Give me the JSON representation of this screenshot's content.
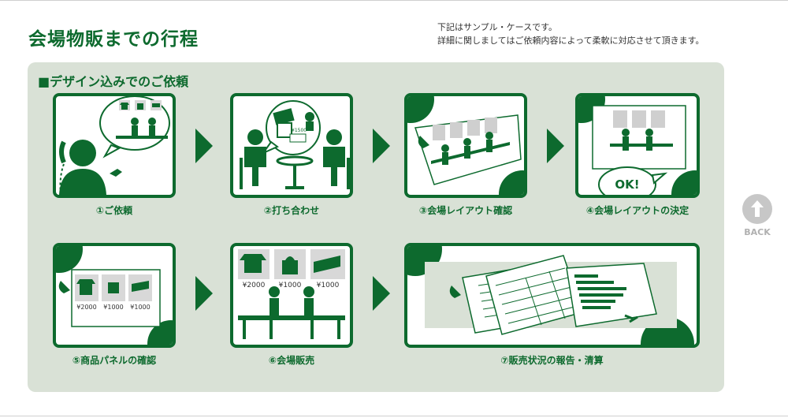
{
  "header": {
    "title": "会場物販までの行程",
    "note_line1": "下記はサンプル・ケースです。",
    "note_line2": "詳細に関しましてはご依頼内容によって柔軟に対応させて頂きます。"
  },
  "section": {
    "title": "■デザイン込みでのご依頼"
  },
  "steps": [
    {
      "caption": "①ご依頼"
    },
    {
      "caption": "②打ち合わせ"
    },
    {
      "caption": "③会場レイアウト確認"
    },
    {
      "caption": "④会場レイアウトの決定"
    },
    {
      "caption": "⑤商品パネルの確認"
    },
    {
      "caption": "⑥会場販売"
    },
    {
      "caption": "⑦販売状況の報告・清算"
    }
  ],
  "illustration_text": {
    "ok": "OK!",
    "price_2000": "¥2000",
    "price_1000a": "¥1000",
    "price_1000b": "¥1000",
    "price_1500": "¥1500",
    "price_small_2000": "¥2000",
    "price_small_1000a": "¥1000",
    "price_small_1000b": "¥1000"
  },
  "back": {
    "label": "BACK"
  },
  "colors": {
    "brand_green": "#0d6a2e",
    "panel_bg": "#d9e1d6",
    "back_gray": "#c7c7c7"
  }
}
